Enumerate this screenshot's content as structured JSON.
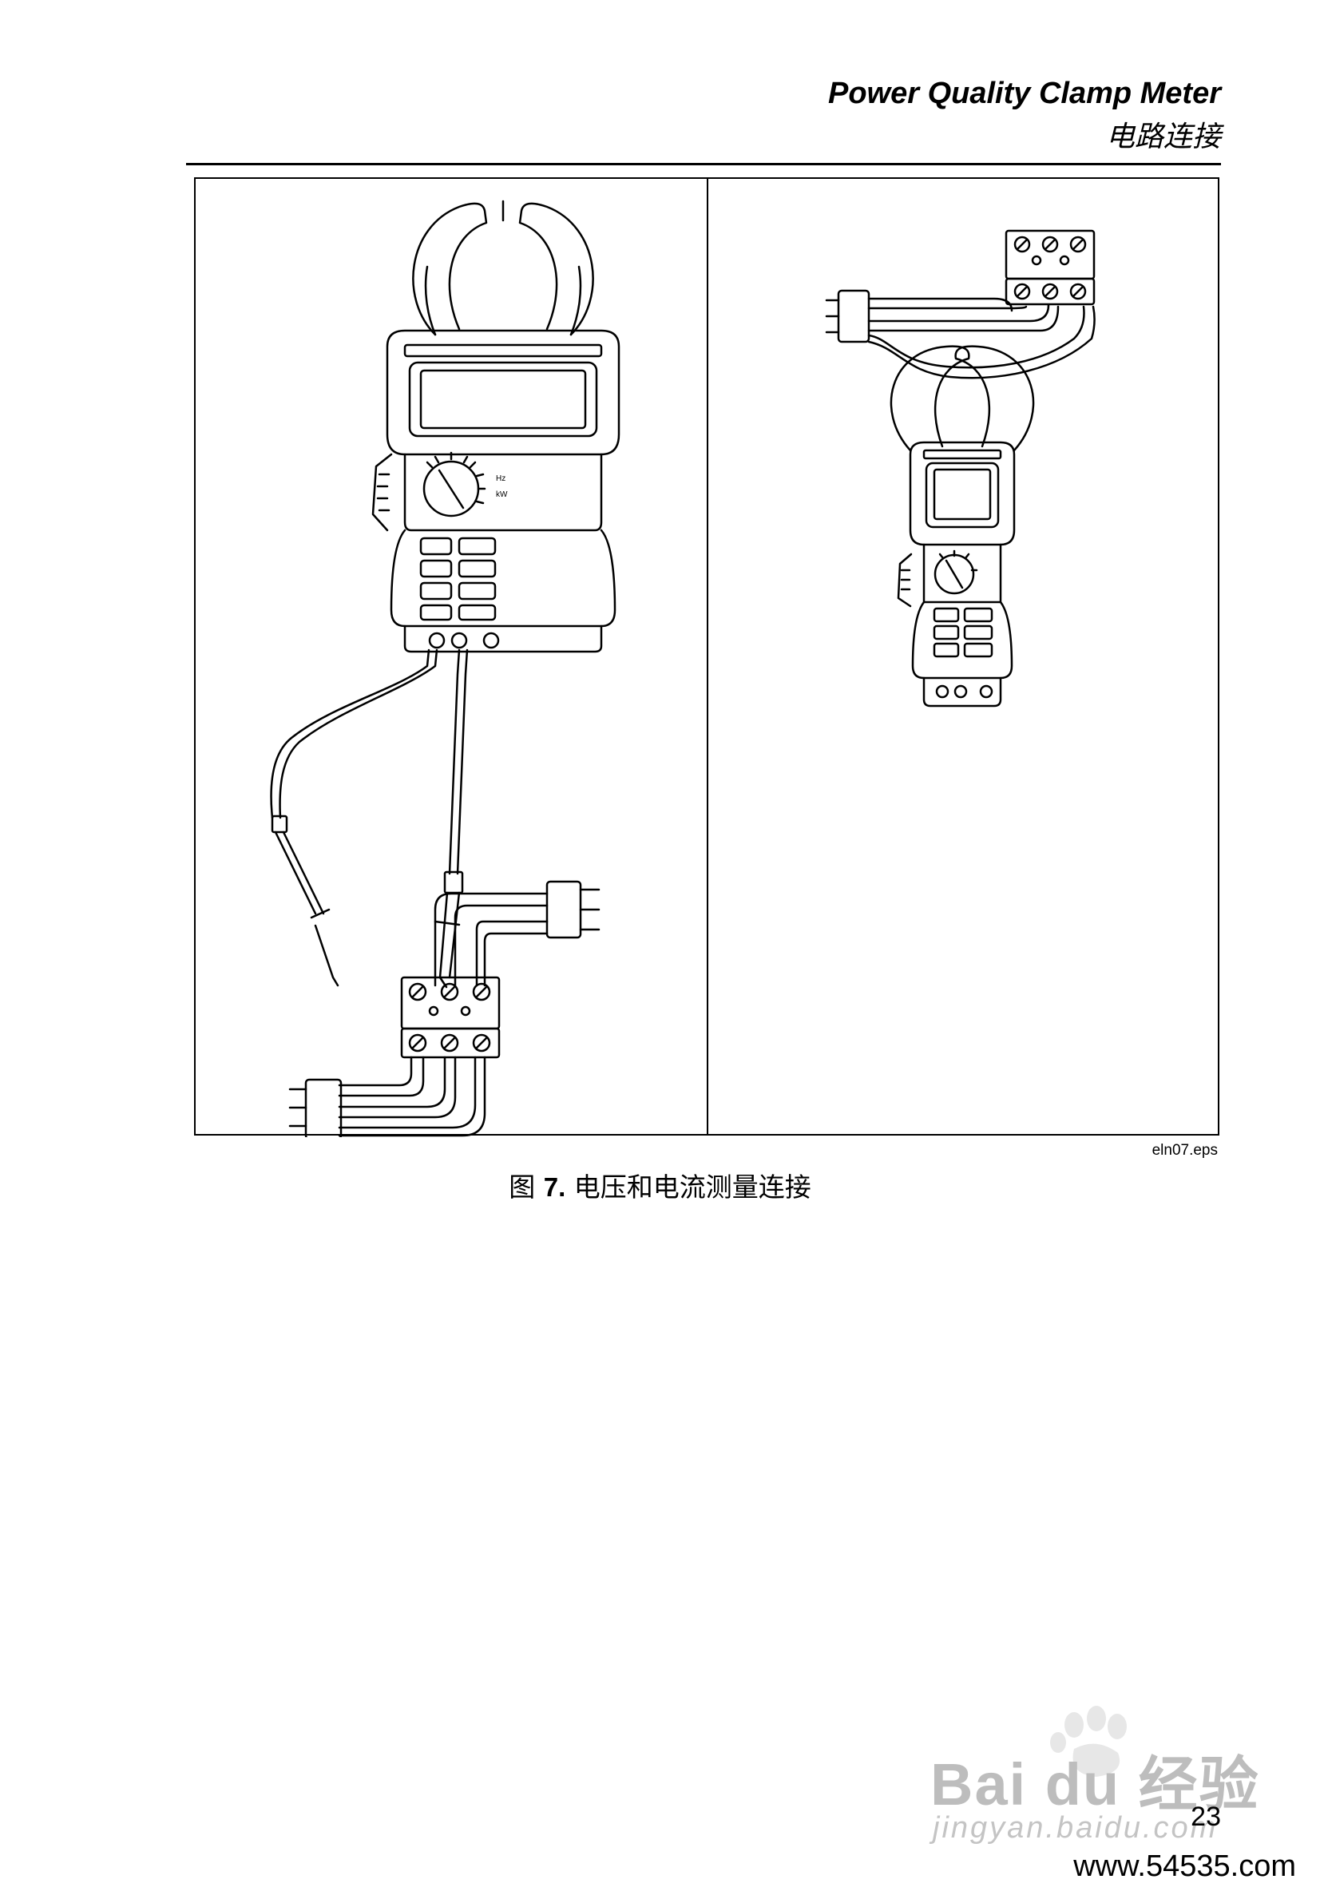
{
  "header": {
    "title": "Power Quality Clamp Meter",
    "subtitle": "电路连接"
  },
  "figure": {
    "file_name": "eln07.eps",
    "caption_prefix": "图",
    "caption_number": "7.",
    "caption_text": "电压和电流测量连接"
  },
  "page": {
    "number": "23"
  },
  "watermark": {
    "brand": "Bai du 经验",
    "sub": "jingyan.baidu.com"
  },
  "footer": {
    "site": "www.54535.com"
  }
}
